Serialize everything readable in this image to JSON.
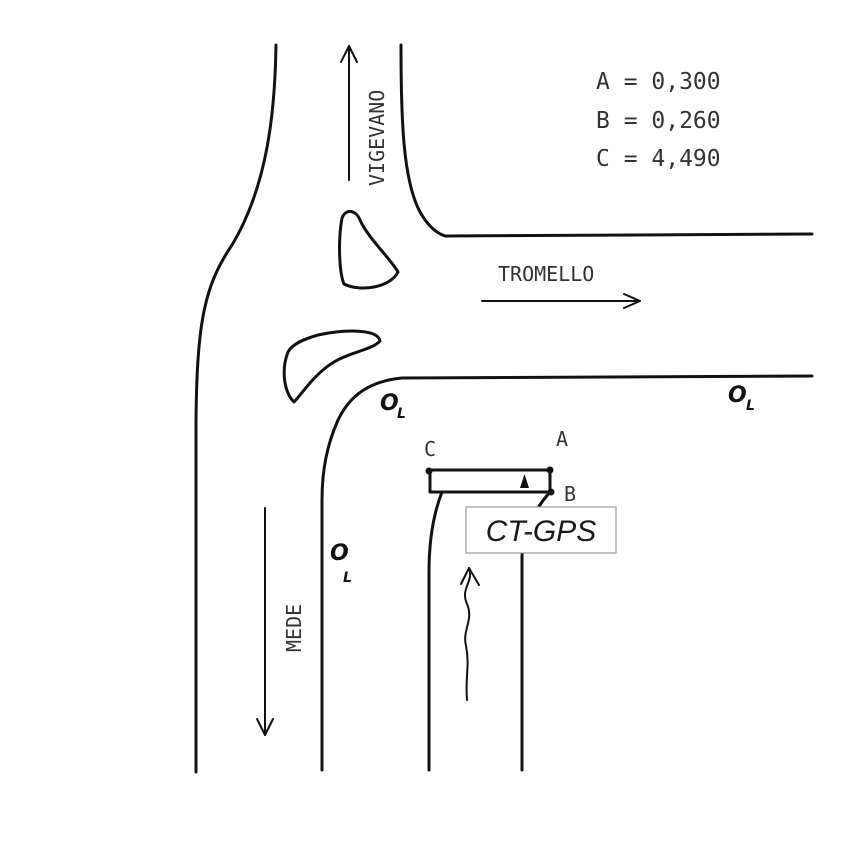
{
  "legend": [
    {
      "key": "A",
      "value": "A = 0,300"
    },
    {
      "key": "B",
      "value": "B = 0,260"
    },
    {
      "key": "C",
      "value": "C = 4,490"
    }
  ],
  "roads": {
    "north": "VIGEVANO",
    "east": "TROMELLO",
    "south": "MEDE"
  },
  "points": {
    "a": "A",
    "b": "B",
    "c": "C"
  },
  "device": "CT-GPS",
  "marks": {
    "ol_letter": "O",
    "ol_sub": "L"
  }
}
